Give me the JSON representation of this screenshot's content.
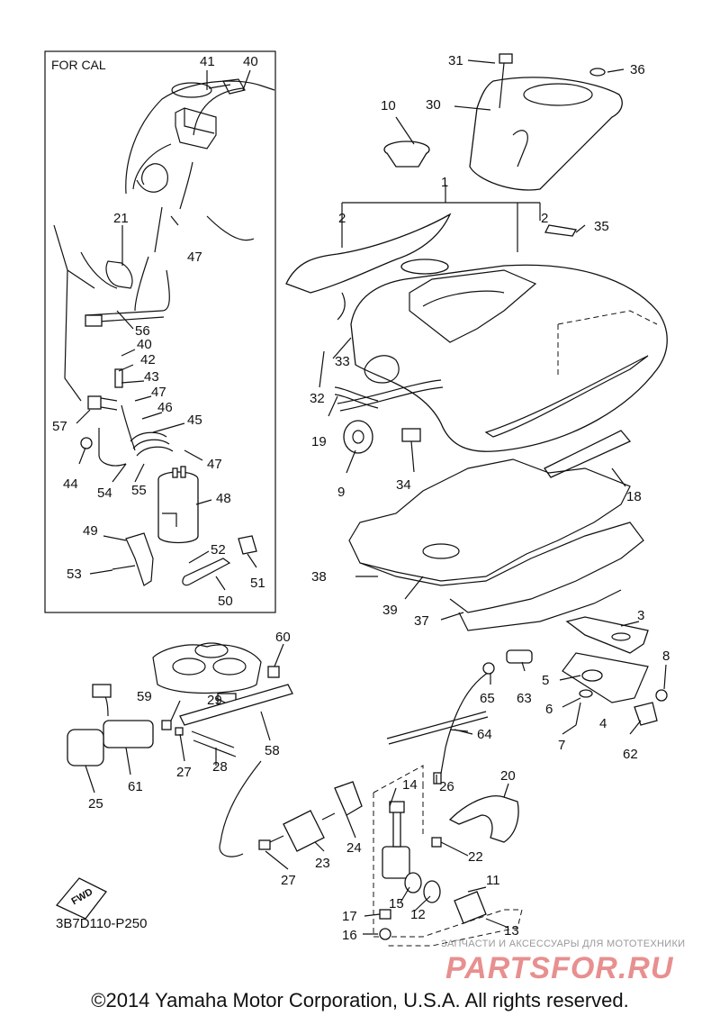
{
  "inset": {
    "label": "FOR CAL"
  },
  "diagram_code": "3B7D110-P250",
  "fwd_label": "FWD",
  "copyright": "©2014 Yamaha Motor Corporation, U.S.A. All rights reserved.",
  "watermark": {
    "tagline": "ЗАПЧАСТИ И АКСЕССУАРЫ ДЛЯ МОТОТЕХНИКИ",
    "logo": "PARTSFOR.RU"
  },
  "callouts": {
    "c41": "41",
    "c40a": "40",
    "c21": "21",
    "c47a": "47",
    "c56": "56",
    "c40b": "40",
    "c42": "42",
    "c43": "43",
    "c47b": "47",
    "c46": "46",
    "c45": "45",
    "c57": "57",
    "c44": "44",
    "c54": "54",
    "c55": "55",
    "c47c": "47",
    "c48": "48",
    "c49": "49",
    "c52": "52",
    "c53": "53",
    "c51": "51",
    "c50": "50",
    "c31": "31",
    "c36": "36",
    "c30": "30",
    "c10": "10",
    "c1": "1",
    "c2a": "2",
    "c2b": "2",
    "c35": "35",
    "c33": "33",
    "c32": "32",
    "c19": "19",
    "c9": "9",
    "c34": "34",
    "c18": "18",
    "c38": "38",
    "c39": "39",
    "c37": "37",
    "c3": "3",
    "c8": "8",
    "c5": "5",
    "c6": "6",
    "c4": "4",
    "c7": "7",
    "c62": "62",
    "c60": "60",
    "c59": "59",
    "c29": "29",
    "c58": "58",
    "c27a": "27",
    "c28": "28",
    "c61": "61",
    "c25": "25",
    "c65": "65",
    "c63": "63",
    "c64": "64",
    "c26": "26",
    "c14": "14",
    "c20": "20",
    "c24": "24",
    "c23": "23",
    "c27b": "27",
    "c22": "22",
    "c11": "11",
    "c15": "15",
    "c12": "12",
    "c13": "13",
    "c17": "17",
    "c16": "16"
  }
}
